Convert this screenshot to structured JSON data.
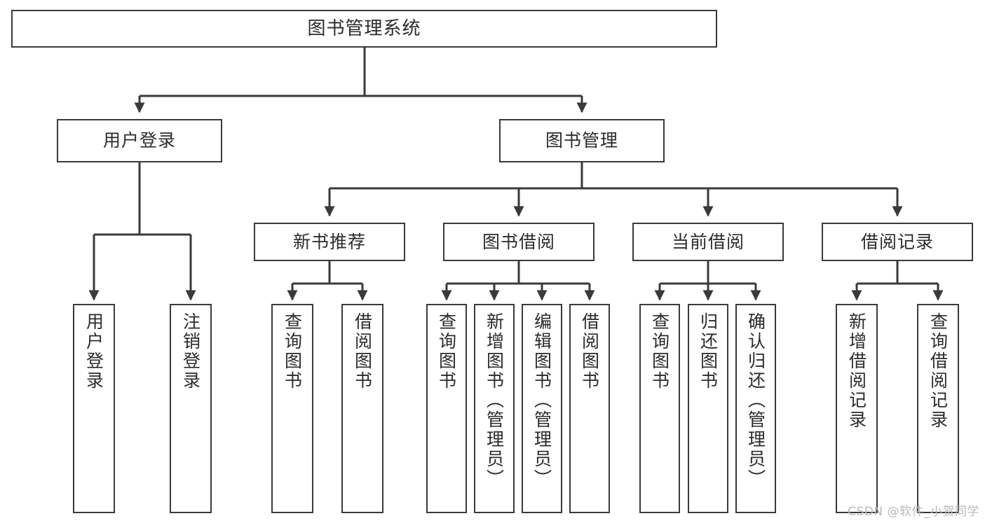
{
  "diagram": {
    "title": "图书管理系统",
    "type": "hierarchy-tree",
    "line_color": "#3a3a3a",
    "box_fill": "#ffffff",
    "text_color": "#2b2b2b"
  },
  "root": {
    "label": "图书管理系统"
  },
  "level2": [
    {
      "label": "用户登录"
    },
    {
      "label": "图书管理"
    }
  ],
  "level3": [
    {
      "label": "新书推荐"
    },
    {
      "label": "图书借阅"
    },
    {
      "label": "当前借阅"
    },
    {
      "label": "借阅记录"
    }
  ],
  "leaves": {
    "user_login": [
      {
        "label": "用户登录"
      },
      {
        "label": "注销登录"
      }
    ],
    "new_book_recommend": [
      {
        "label": "查询图书"
      },
      {
        "label": "借阅图书"
      }
    ],
    "book_borrow": [
      {
        "label": "查询图书"
      },
      {
        "label": "新增图书（管理员）"
      },
      {
        "label": "编辑图书（管理员）"
      },
      {
        "label": "借阅图书"
      }
    ],
    "current_borrow": [
      {
        "label": "查询图书"
      },
      {
        "label": "归还图书"
      },
      {
        "label": "确认归还（管理员）"
      }
    ],
    "borrow_record": [
      {
        "label": "新增借阅记录"
      },
      {
        "label": "查询借阅记录"
      }
    ]
  },
  "watermark": {
    "text": "CSDN @软件_小贺同学"
  }
}
